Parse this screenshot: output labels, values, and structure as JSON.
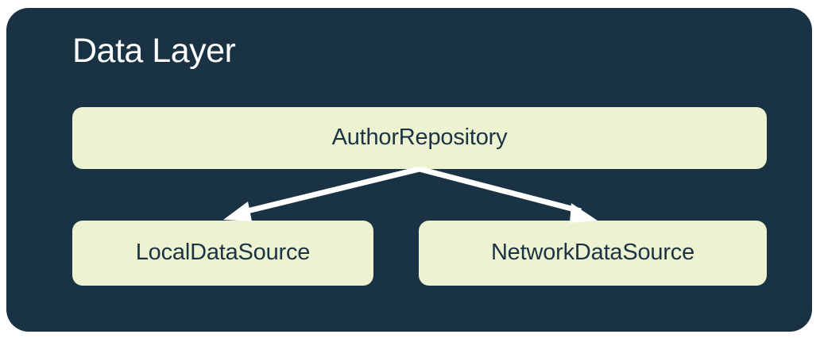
{
  "diagram": {
    "title": "Data Layer",
    "background_color": "#FFFFFF",
    "container_color": "#1A3344",
    "node_fill_color": "#EDF2D0",
    "node_text_color": "#1B3344",
    "title_color": "#FFFFFF",
    "arrow_color": "#FFFFFF",
    "nodes": [
      {
        "id": "repository",
        "label": "AuthorRepository"
      },
      {
        "id": "local",
        "label": "LocalDataSource"
      },
      {
        "id": "network",
        "label": "NetworkDataSource"
      }
    ],
    "edges": [
      {
        "from": "repository",
        "to": "local",
        "style": "arrow"
      },
      {
        "from": "repository",
        "to": "network",
        "style": "arrow"
      }
    ]
  }
}
